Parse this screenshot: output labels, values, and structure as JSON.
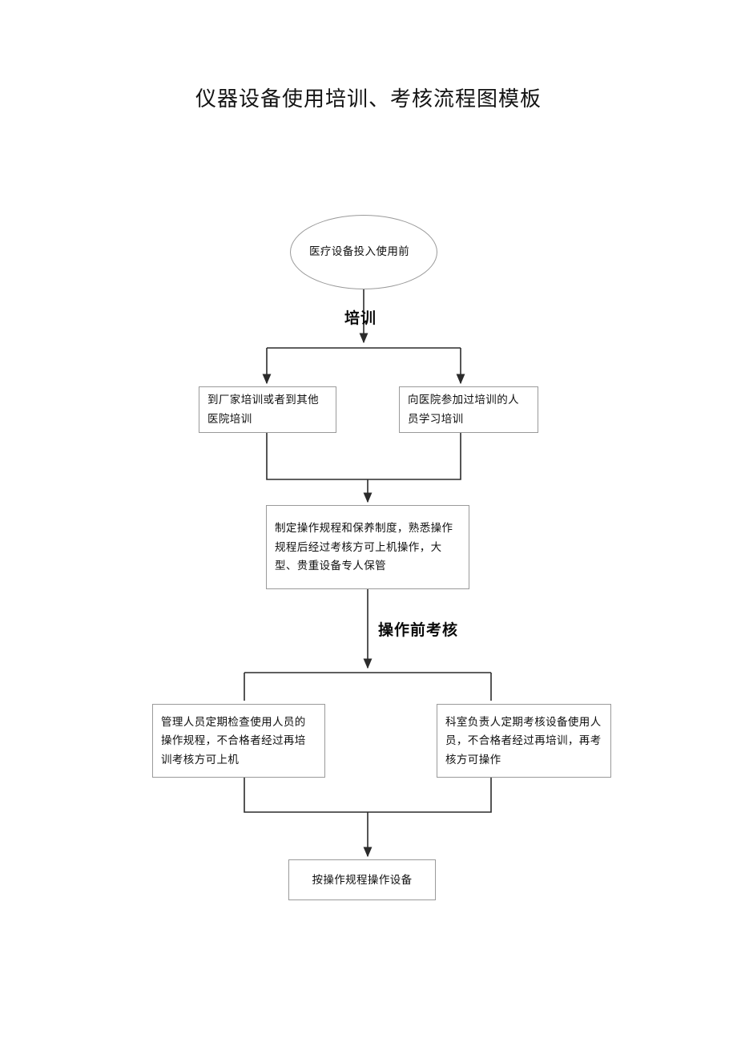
{
  "document": {
    "title": "仪器设备使用培训、考核流程图模板"
  },
  "flowchart": {
    "type": "flowchart",
    "orientation": "top-to-bottom",
    "nodes": [
      {
        "id": "start",
        "shape": "ellipse",
        "text": "医疗设备投入使用前"
      },
      {
        "id": "train-left",
        "shape": "rectangle",
        "text": "到厂家培训或者到其他医院培训"
      },
      {
        "id": "train-right",
        "shape": "rectangle",
        "text": "向医院参加过培训的人员学习培训"
      },
      {
        "id": "rules",
        "shape": "rectangle",
        "text": "制定操作规程和保养制度，熟悉操作规程后经过考核方可上机操作，大型、贵重设备专人保管"
      },
      {
        "id": "check-left",
        "shape": "rectangle",
        "text": "管理人员定期检查使用人员的操作规程，不合格者经过再培训考核方可上机"
      },
      {
        "id": "check-right",
        "shape": "rectangle",
        "text": "科室负责人定期考核设备使用人员，不合格者经过再培训，再考核方可操作"
      },
      {
        "id": "final",
        "shape": "rectangle",
        "text": "按操作规程操作设备"
      }
    ],
    "stage_labels": [
      {
        "id": "training",
        "text": "培训"
      },
      {
        "id": "preop",
        "text": "操作前考核"
      }
    ],
    "edges": [
      {
        "from": "start",
        "to": "split-training",
        "label": "培训",
        "arrow": true
      },
      {
        "from": "split-training",
        "to": "train-left",
        "arrow": true
      },
      {
        "from": "split-training",
        "to": "train-right",
        "arrow": true
      },
      {
        "from": "train-left",
        "to": "rules",
        "arrow": true
      },
      {
        "from": "train-right",
        "to": "rules",
        "arrow": true
      },
      {
        "from": "rules",
        "to": "split-assessment",
        "label": "操作前考核",
        "arrow": true
      },
      {
        "from": "split-assessment",
        "to": "check-left",
        "arrow": true
      },
      {
        "from": "split-assessment",
        "to": "check-right",
        "arrow": true
      },
      {
        "from": "check-left",
        "to": "final",
        "arrow": true
      },
      {
        "from": "check-right",
        "to": "final",
        "arrow": true
      }
    ]
  },
  "colors": {
    "page_background": "#ffffff",
    "node_border": "#9a9a9a",
    "connector": "#2b2b2b",
    "text": "#0f0f0f"
  }
}
